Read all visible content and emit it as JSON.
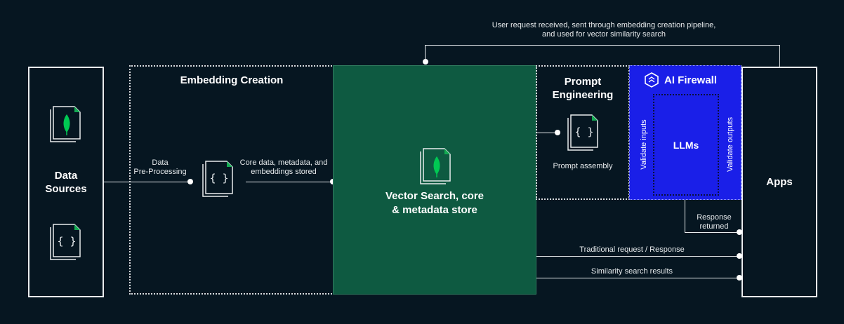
{
  "colors": {
    "background": "#061621",
    "vector_store": "#0e5a41",
    "firewall": "#1a1fe8",
    "leaf": "#00c853",
    "accent_green": "#13aa52",
    "line": "#e8ecee"
  },
  "top_annotation": {
    "line1": "User request received, sent through embedding creation pipeline,",
    "line2": "and used for vector similarity search"
  },
  "data_sources": {
    "title_line1": "Data",
    "title_line2": "Sources"
  },
  "embedding_creation": {
    "title": "Embedding Creation",
    "preprocessing_line1": "Data",
    "preprocessing_line2": "Pre-Processing",
    "stored_line1": "Core data, metadata, and",
    "stored_line2": "embeddings stored"
  },
  "vector_store": {
    "title_line1": "Vector Search, core",
    "title_line2": "& metadata store"
  },
  "prompt_engineering": {
    "title_line1": "Prompt",
    "title_line2": "Engineering",
    "assembly": "Prompt assembly"
  },
  "ai_firewall": {
    "title": "AI Firewall",
    "validate_inputs": "Validate inputs",
    "validate_outputs": "Validate outputs",
    "llms": "LLMs"
  },
  "apps": {
    "title": "Apps"
  },
  "flows": {
    "response_line1": "Response",
    "response_line2": "returned",
    "traditional": "Traditional request / Response",
    "similarity": "Similarity search results"
  },
  "icons": [
    "leaf-document-icon",
    "code-document-icon",
    "shield-icon"
  ]
}
